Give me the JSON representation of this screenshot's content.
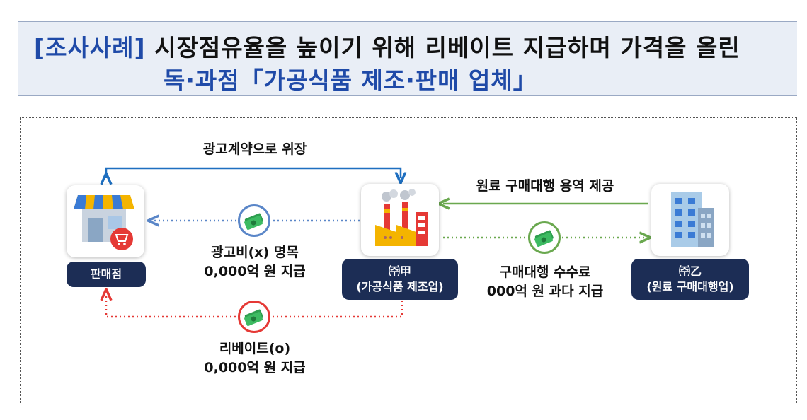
{
  "title": {
    "tag": "[조사사례]",
    "line1_rest": "시장점유율을 높이기 위해 리베이트 지급하며 가격을 올린",
    "line2": "독·과점「가공식품 제조·판매 업체」"
  },
  "nodes": {
    "store": {
      "label": "판매점"
    },
    "company_a": {
      "label_line1": "㈜甲",
      "label_line2": "(가공식품 제조업)"
    },
    "company_b": {
      "label_line1": "㈜乙",
      "label_line2": "(원료 구매대행업)"
    }
  },
  "flows": {
    "ad_contract": "광고계약으로 위장",
    "ad_fee_line1": "광고비(x) 명목",
    "ad_fee_line2": "0,000억 원 지급",
    "rebate_line1": "리베이트(o)",
    "rebate_line2": "0,000억 원 지급",
    "purchase_service": "원료 구매대행 용역 제공",
    "commission_line1": "구매대행 수수료",
    "commission_line2": "000억 원 과다 지급"
  },
  "colors": {
    "blue": "#1e6fc0",
    "blue_dotted": "#5a86c8",
    "green": "#6aa84f",
    "red": "#e53935",
    "navy": "#1c2d55",
    "title_blue": "#1f4aa8"
  },
  "icons": {
    "store": "store-icon",
    "factory": "factory-icon",
    "building": "office-building-icon",
    "money": "money-icon"
  }
}
